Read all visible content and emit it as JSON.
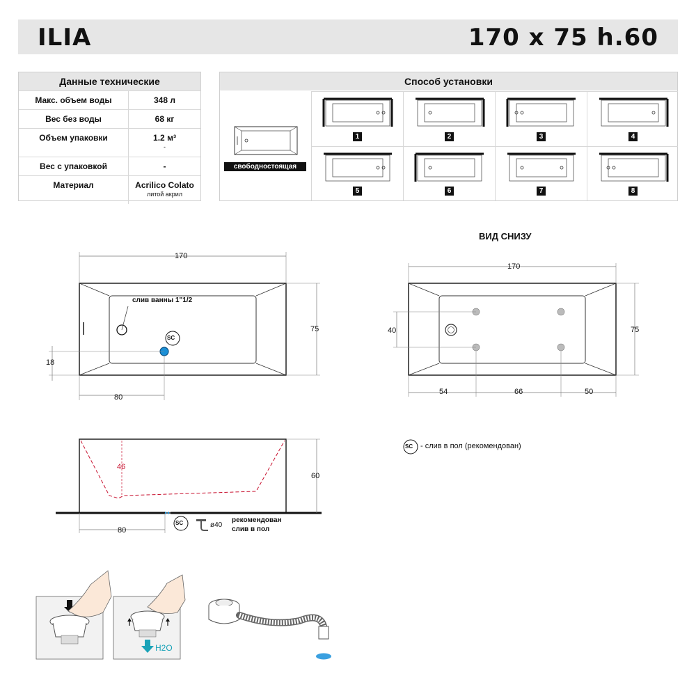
{
  "header": {
    "model": "ILIA",
    "size": "170 x 75 h.60"
  },
  "spec": {
    "title": "Данные технические",
    "rows": [
      {
        "k": "Макс. объем воды",
        "v": "348 л",
        "s": ""
      },
      {
        "k": "Вес без воды",
        "v": "68 кг",
        "s": ""
      },
      {
        "k": "Объем упаковки",
        "v": "1.2 м³",
        "s": "-"
      },
      {
        "k": "Вес с упаковкой",
        "v": "-",
        "s": ""
      },
      {
        "k": "Материал",
        "v": "Acrilico Colato",
        "s": "литой акрил"
      }
    ]
  },
  "install": {
    "title": "Способ установки",
    "freestanding": "свободностоящая",
    "options": [
      "1",
      "2",
      "3",
      "4",
      "5",
      "6",
      "7",
      "8"
    ]
  },
  "top_view": {
    "width": "170",
    "depth": "75",
    "offset_y": "18",
    "offset_x": "80",
    "drain_label": "слив ванны 1\"1/2",
    "sc": "SC"
  },
  "bottom_view": {
    "title": "ВИД СНИЗУ",
    "width": "170",
    "depth": "75",
    "feet_y": "40",
    "seg1": "54",
    "seg2": "66",
    "seg3": "50"
  },
  "side_view": {
    "height": "60",
    "inner_depth": "46",
    "offset_x": "80",
    "sc": "SC",
    "pipe": "ø40",
    "rec_line1": "рекомендован",
    "rec_line2": "слив в пол"
  },
  "legend": {
    "sc": "SC",
    "text": "- слив в пол (рекомендован)"
  },
  "illustrations": {
    "water": "H2O"
  },
  "colors": {
    "header_bg": "#e6e6e6",
    "drain_blue": "#1a8fd6",
    "dimension_red": "#c8102e",
    "water_arrow": "#1aa3b8"
  }
}
